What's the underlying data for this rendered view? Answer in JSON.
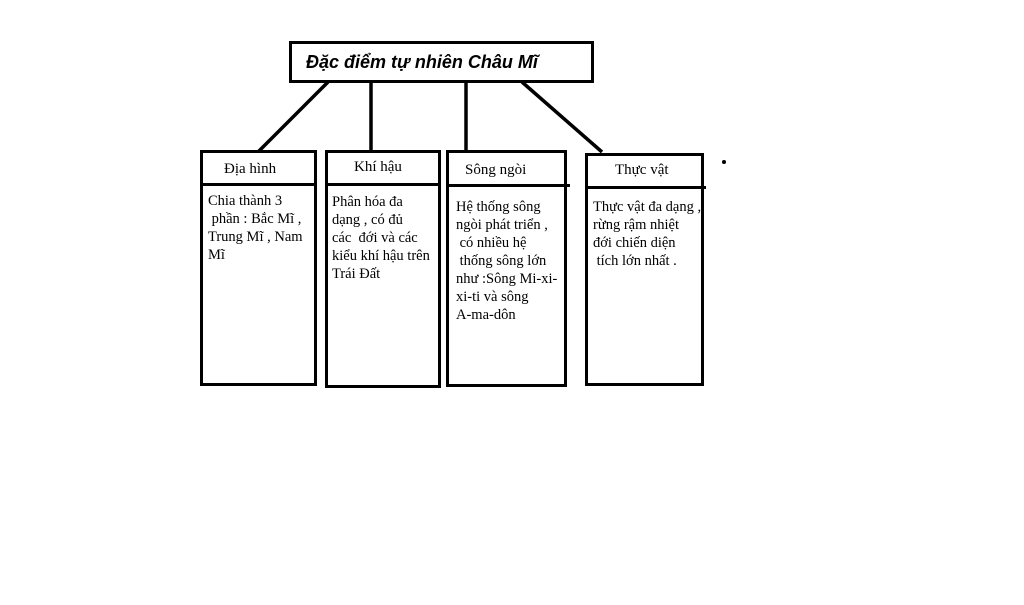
{
  "diagram": {
    "title": "Đặc điểm tự nhiên Châu Mĩ",
    "categories": [
      {
        "title": "Địa hình",
        "description": "Chia thành 3\n phần : Bắc Mĩ ,\nTrung Mĩ , Nam\nMĩ"
      },
      {
        "title": "Khí hậu",
        "description": "Phân hóa đa\ndạng , có đủ\ncác  đới và các\nkiểu khí hậu trên\nTrái Đất"
      },
      {
        "title": "Sông ngòi",
        "description": "Hệ thống sông\nngòi phát triển ,\n có nhiều hệ\n thống sông lớn\nnhư :Sông Mi-xi-\nxi-ti và sông\nA-ma-dôn"
      },
      {
        "title": "Thực vật",
        "description": "Thực vật đa dạng ,\nrừng rậm nhiệt\nđới chiến diện\n tích lớn nhất ."
      }
    ]
  }
}
